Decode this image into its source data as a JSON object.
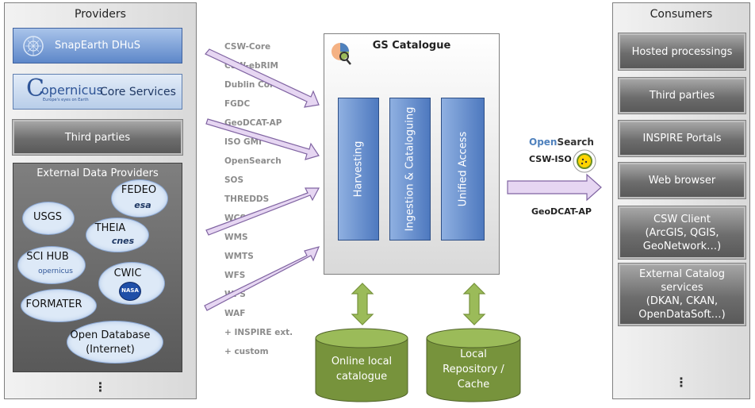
{
  "providers": {
    "title": "Providers",
    "snapearth": "SnapEarth DHuS",
    "copernicus": {
      "logo_word": "opernicus",
      "tagline": "Europe's eyes on Earth",
      "services": "Core Services"
    },
    "third_parties": "Third parties",
    "external": {
      "title": "External Data Providers",
      "clouds": {
        "fedeo": "FEDEO",
        "esa": "esa",
        "usgs": "USGS",
        "theia": "THEIA",
        "cnes": "cnes",
        "scihub": "SCI HUB",
        "scihub_sub": "opernicus",
        "cwic": "CWIC",
        "nasa": "NASA",
        "formater": "FORMATER",
        "opendb_line1": "Open Database",
        "opendb_line2": "(Internet)"
      }
    },
    "more": "⋮"
  },
  "protocols": [
    "CSW-Core",
    "CSW-ebRIM",
    "Dublin Core",
    "FGDC",
    "GeoDCAT-AP",
    "ISO GMI",
    "OpenSearch",
    "SOS",
    "THREDDS",
    "WCS",
    "WMS",
    "WMTS",
    "WFS",
    "WPS",
    "WAF",
    "+ INSPIRE ext.",
    "+ custom"
  ],
  "catalogue": {
    "title": "GS Catalogue",
    "columns": [
      "Harvesting",
      "Ingestion & Cataloguing",
      "Unified Access"
    ]
  },
  "storage": {
    "online": [
      "Online local",
      "catalogue"
    ],
    "repo": [
      "Local",
      "Repository /",
      "Cache"
    ]
  },
  "output": {
    "opensearch_open": "Open",
    "opensearch_search": "Search",
    "csw_iso": "CSW-ISO",
    "geodcat": "GeoDCAT-AP"
  },
  "consumers": {
    "title": "Consumers",
    "items": [
      [
        "Hosted processings"
      ],
      [
        "Third parties"
      ],
      [
        "INSPIRE Portals"
      ],
      [
        "Web browser"
      ],
      [
        "CSW Client",
        "(ArcGIS, QGIS,",
        "GeoNetwork…)"
      ],
      [
        "External Catalog",
        "services",
        "(DKAN, CKAN,",
        "OpenDataSoft…)"
      ]
    ],
    "more": "⋮"
  },
  "colors": {
    "arrow_fill": "#e6d6f2",
    "arrow_stroke": "#8064a2",
    "green": "#77933c",
    "green_light": "#9bbb59",
    "blue_box": "#5d87c9"
  }
}
